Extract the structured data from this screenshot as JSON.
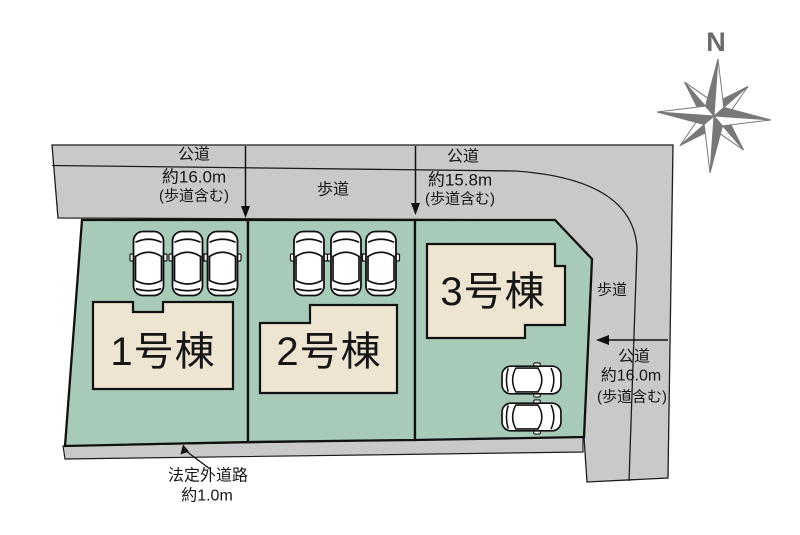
{
  "diagram_type": "site-plan",
  "compass": {
    "label": "N"
  },
  "roads": {
    "top_left": {
      "name": "公道",
      "width": "約16.0m",
      "note": "(歩道含む)"
    },
    "top_sidewalk": {
      "name": "歩道"
    },
    "top_right": {
      "name": "公道",
      "width": "約15.8m",
      "note": "(歩道含む)"
    },
    "right_sidewalk": {
      "name": "歩道"
    },
    "right": {
      "name": "公道",
      "width": "約16.0m",
      "note": "(歩道含む)"
    },
    "bottom": {
      "name": "法定外道路",
      "width": "約1.0m"
    }
  },
  "plots": [
    {
      "building_label": "1号棟",
      "parked_cars": 3
    },
    {
      "building_label": "2号棟",
      "parked_cars": 3
    },
    {
      "building_label": "3号棟",
      "parked_cars": 2
    }
  ],
  "colors": {
    "road_gray": "#c9c9c9",
    "plot_green": "#a8cab8",
    "building_beige": "#ede4d1",
    "outline": "#111111",
    "compass_gray": "#787878"
  }
}
